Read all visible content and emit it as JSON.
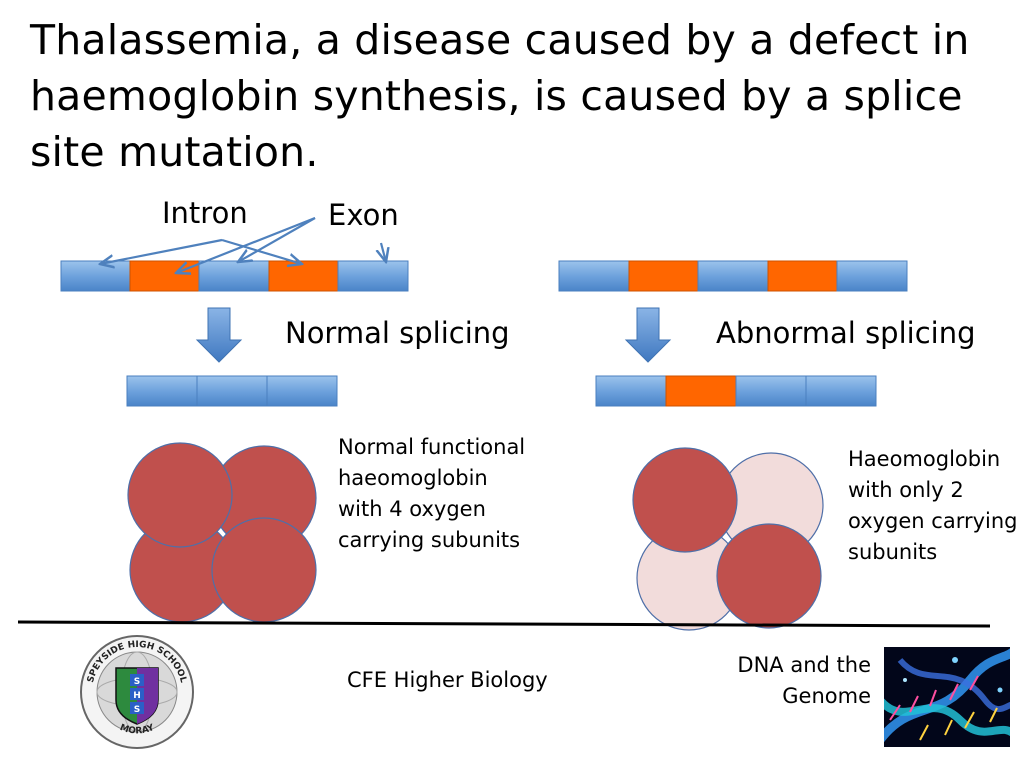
{
  "title": "Thalassemia, a disease caused by a defect in haemoglobin synthesis, is caused by a splice site mutation.",
  "labels": {
    "intron": "Intron",
    "exon": "Exon",
    "normal_splicing": "Normal splicing",
    "abnormal_splicing": "Abnormal splicing"
  },
  "descriptions": {
    "normal": "Normal functional haeomoglobin with 4 oxygen carrying subunits",
    "abnormal": "Haeomoglobin with only 2 oxygen carrying subunits"
  },
  "footer": {
    "course": "CFE Higher Biology",
    "topic": "DNA and the Genome"
  },
  "logo": {
    "school_name": "SPEYSIDE HIGH SCHOOL",
    "region": "MORAY",
    "letters": [
      "S",
      "H",
      "S"
    ]
  },
  "colors": {
    "exon": "#5b9bd5",
    "intron": "#ff6600",
    "subunit_functional": "#c0504d",
    "subunit_nonfunctional": "#f2dcdb",
    "arrow": "#4f81bd"
  },
  "icons": [
    "school-crest-icon",
    "dna-helix-image"
  ]
}
